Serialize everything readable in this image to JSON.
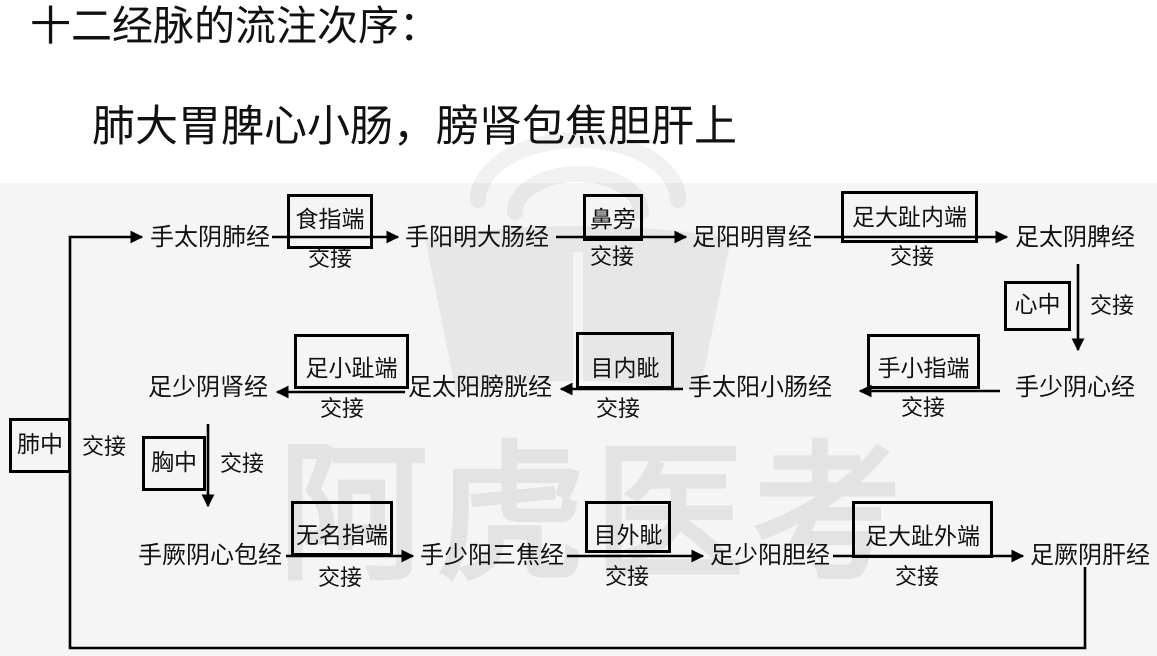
{
  "title": "十二经脉的流注次序：",
  "mnemonic": "肺大胃脾心小肠，膀肾包焦胆肝上",
  "watermark": "阿虎医考",
  "colors": {
    "ink": "#111111",
    "diagram_background": "#f5f5f5",
    "box_border": "#000000"
  },
  "meridians": [
    "手太阴肺经",
    "手阳明大肠经",
    "足阳明胃经",
    "足太阴脾经",
    "手少阴心经",
    "手太阳小肠经",
    "足太阳膀胱经",
    "足少阴肾经",
    "手厥阴心包经",
    "手少阳三焦经",
    "足少阳胆经",
    "足厥阴肝经"
  ],
  "junctions": [
    {
      "site": "食指端",
      "label": "交接"
    },
    {
      "site": "鼻旁",
      "label": "交接"
    },
    {
      "site": "足大趾内端",
      "label": "交接"
    },
    {
      "site": "心中",
      "label": "交接"
    },
    {
      "site": "手小指端",
      "label": "交接"
    },
    {
      "site": "目内眦",
      "label": "交接"
    },
    {
      "site": "足小趾端",
      "label": "交接"
    },
    {
      "site": "胸中",
      "label": "交接"
    },
    {
      "site": "无名指端",
      "label": "交接"
    },
    {
      "site": "目外眦",
      "label": "交接"
    },
    {
      "site": "足大趾外端",
      "label": "交接"
    },
    {
      "site": "肺中",
      "label": "交接"
    }
  ]
}
